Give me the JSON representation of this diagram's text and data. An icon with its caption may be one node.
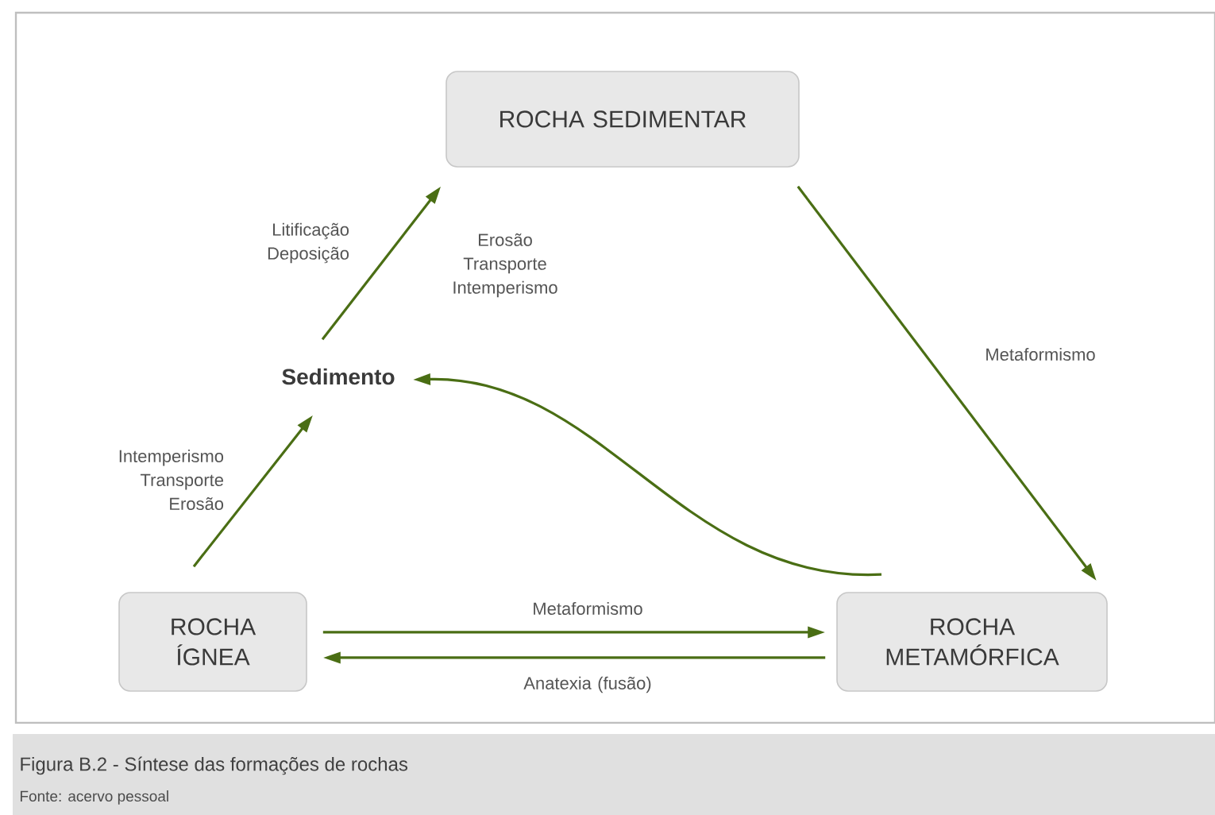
{
  "diagram": {
    "caption": "Figura B.2 - Síntese das formações de rochas",
    "nodes": [
      {
        "text": [
          "ROCHA SEDIMENTAR"
        ]
      },
      {
        "text": [
          "Sedimento"
        ]
      },
      {
        "text": [
          "ROCHA ÍGNEA"
        ]
      },
      {
        "text": [
          "ROCHA METAMÓRFICA"
        ]
      }
    ],
    "edges": [
      {
        "from": 1,
        "to": 0,
        "arrow": "to",
        "label": "Litificação Deposição"
      },
      {
        "from": 2,
        "to": 1,
        "arrow": "to",
        "label": "Intemperismo Transporte Erosão"
      },
      {
        "from": 0,
        "to": 3,
        "arrow": "to",
        "label": "Metaformismo"
      },
      {
        "from": 3,
        "to": 1,
        "arrow": "to"
      },
      {
        "from": 2,
        "to": 3,
        "arrow": "to",
        "label": "Metaformismo"
      },
      {
        "from": 3,
        "to": 2,
        "arrow": "to",
        "label": "Anatexia (fusão)"
      }
    ],
    "labels": [
      "Erosão Transporte Intemperismo",
      "Fonte: acervo pessoal"
    ]
  }
}
